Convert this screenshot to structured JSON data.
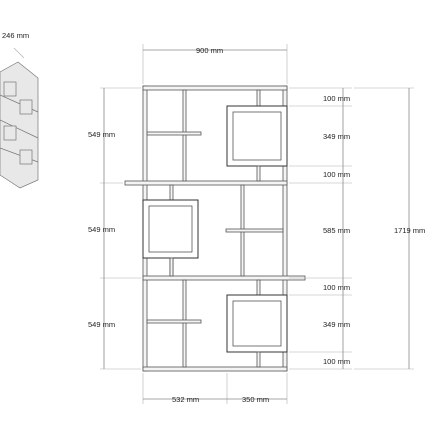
{
  "labels": {
    "depth": "246 mm",
    "width_total": "900 mm",
    "height_total": "1719 mm",
    "section1_height": "549 mm",
    "section2_height": "549 mm",
    "section3_height": "549 mm",
    "r1_top": "100 mm",
    "r1_cube": "349 mm",
    "r1_bottom": "100 mm",
    "r2_cube": "585 mm",
    "r3_top": "100 mm",
    "r3_cube": "349 mm",
    "r3_bottom": "100 mm",
    "bottom_left": "532 mm",
    "bottom_right": "350 mm"
  }
}
